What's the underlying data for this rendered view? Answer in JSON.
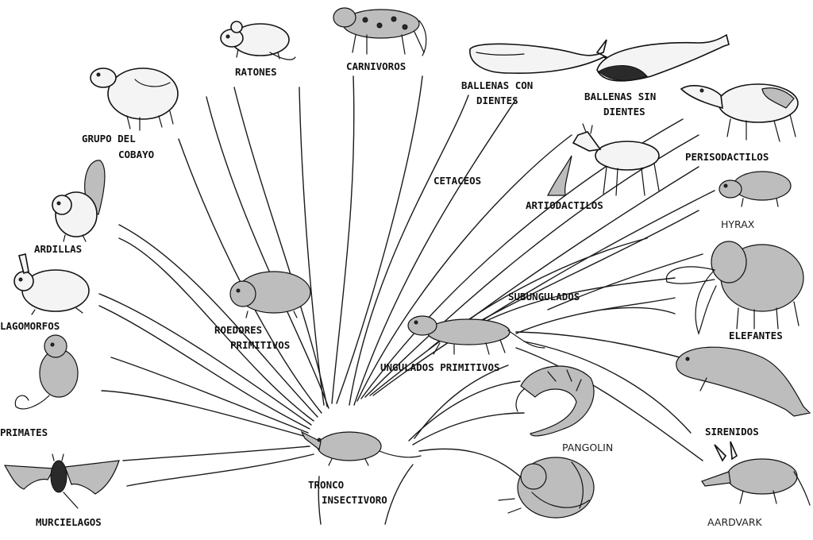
{
  "labels": {
    "ratones": "RATONES",
    "carnivoros": "CARNIVOROS",
    "ballenas_con_1": "BALLENAS CON",
    "ballenas_con_2": "DIENTES",
    "ballenas_sin_1": "BALLENAS SIN",
    "ballenas_sin_2": "DIENTES",
    "cobayo_1": "GRUPO DEL",
    "cobayo_2": "COBAYO",
    "cetaceos": "CETACEOS",
    "perisodactilos": "PERISODACTILOS",
    "artiodactilos": "ARTIODACTILOS",
    "hyrax": "HYRAX",
    "ardillas": "ARDILLAS",
    "subungulados": "SUBUNGULADOS",
    "lagomorfos": "LAGOMORFOS",
    "roedores_1": "ROEDORES",
    "roedores_2": "PRIMITIVOS",
    "elefantes": "ELEFANTES",
    "ungulados": "UNGULADOS PRIMITIVOS",
    "primates": "PRIMATES",
    "sirenidos": "SIRENIDOS",
    "pangolin": "PANGOLIN",
    "tronco_1": "TRONCO",
    "tronco_2": "INSECTIVORO",
    "murcielagos": "MURCIELAGOS",
    "aardvark": "AARDVARK"
  },
  "icons": [
    "mouse-icon",
    "jaguar-icon",
    "toothed-whale-icon",
    "baleen-whale-icon",
    "capybara-icon",
    "tapir-icon",
    "deer-icon",
    "hyrax-icon",
    "squirrel-icon",
    "rabbit-icon",
    "elephant-icon",
    "hamster-icon",
    "primitive-ungulate-icon",
    "monkey-icon",
    "manatee-icon",
    "pangolin-icon",
    "shrew-icon",
    "bat-icon",
    "armadillo-icon",
    "aardvark-icon"
  ]
}
